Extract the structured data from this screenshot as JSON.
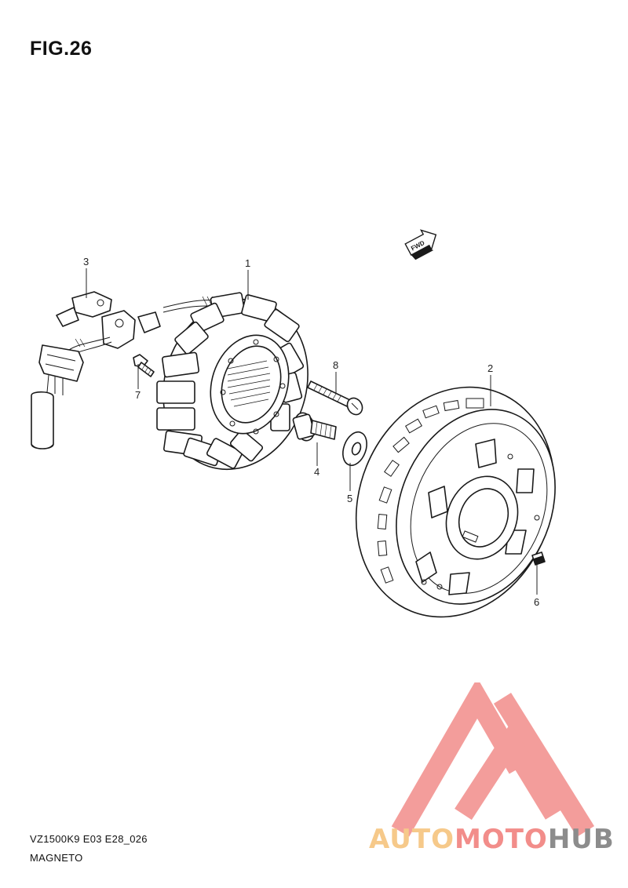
{
  "figure": {
    "title": "FIG.26",
    "drawing_code": "VZ1500K9 E03 E28_026",
    "caption": "MAGNETO"
  },
  "direction_marker": {
    "label": "FWD",
    "icon": "forward-arrow-icon"
  },
  "callouts": [
    "1",
    "2",
    "3",
    "4",
    "5",
    "6",
    "7",
    "8"
  ],
  "parts": [
    {
      "ref": "1",
      "icon": "stator-coil-icon"
    },
    {
      "ref": "2",
      "icon": "rotor-icon"
    },
    {
      "ref": "3",
      "icon": "wire-clamp-icon"
    },
    {
      "ref": "4",
      "icon": "rotor-bolt-icon"
    },
    {
      "ref": "5",
      "icon": "washer-icon"
    },
    {
      "ref": "6",
      "icon": "key-icon"
    },
    {
      "ref": "7",
      "icon": "clamp-bolt-icon"
    },
    {
      "ref": "8",
      "icon": "stator-bolt-icon"
    }
  ],
  "watermark": {
    "logo_icon": "automotohub-triangle-logo",
    "text_parts": [
      "AUTO",
      "MOTO",
      "HUB"
    ],
    "colors": {
      "auto": "#f6c98a",
      "moto": "#f28d8a",
      "hub": "#8c8c8c",
      "triangle": "#f28d8a"
    }
  }
}
